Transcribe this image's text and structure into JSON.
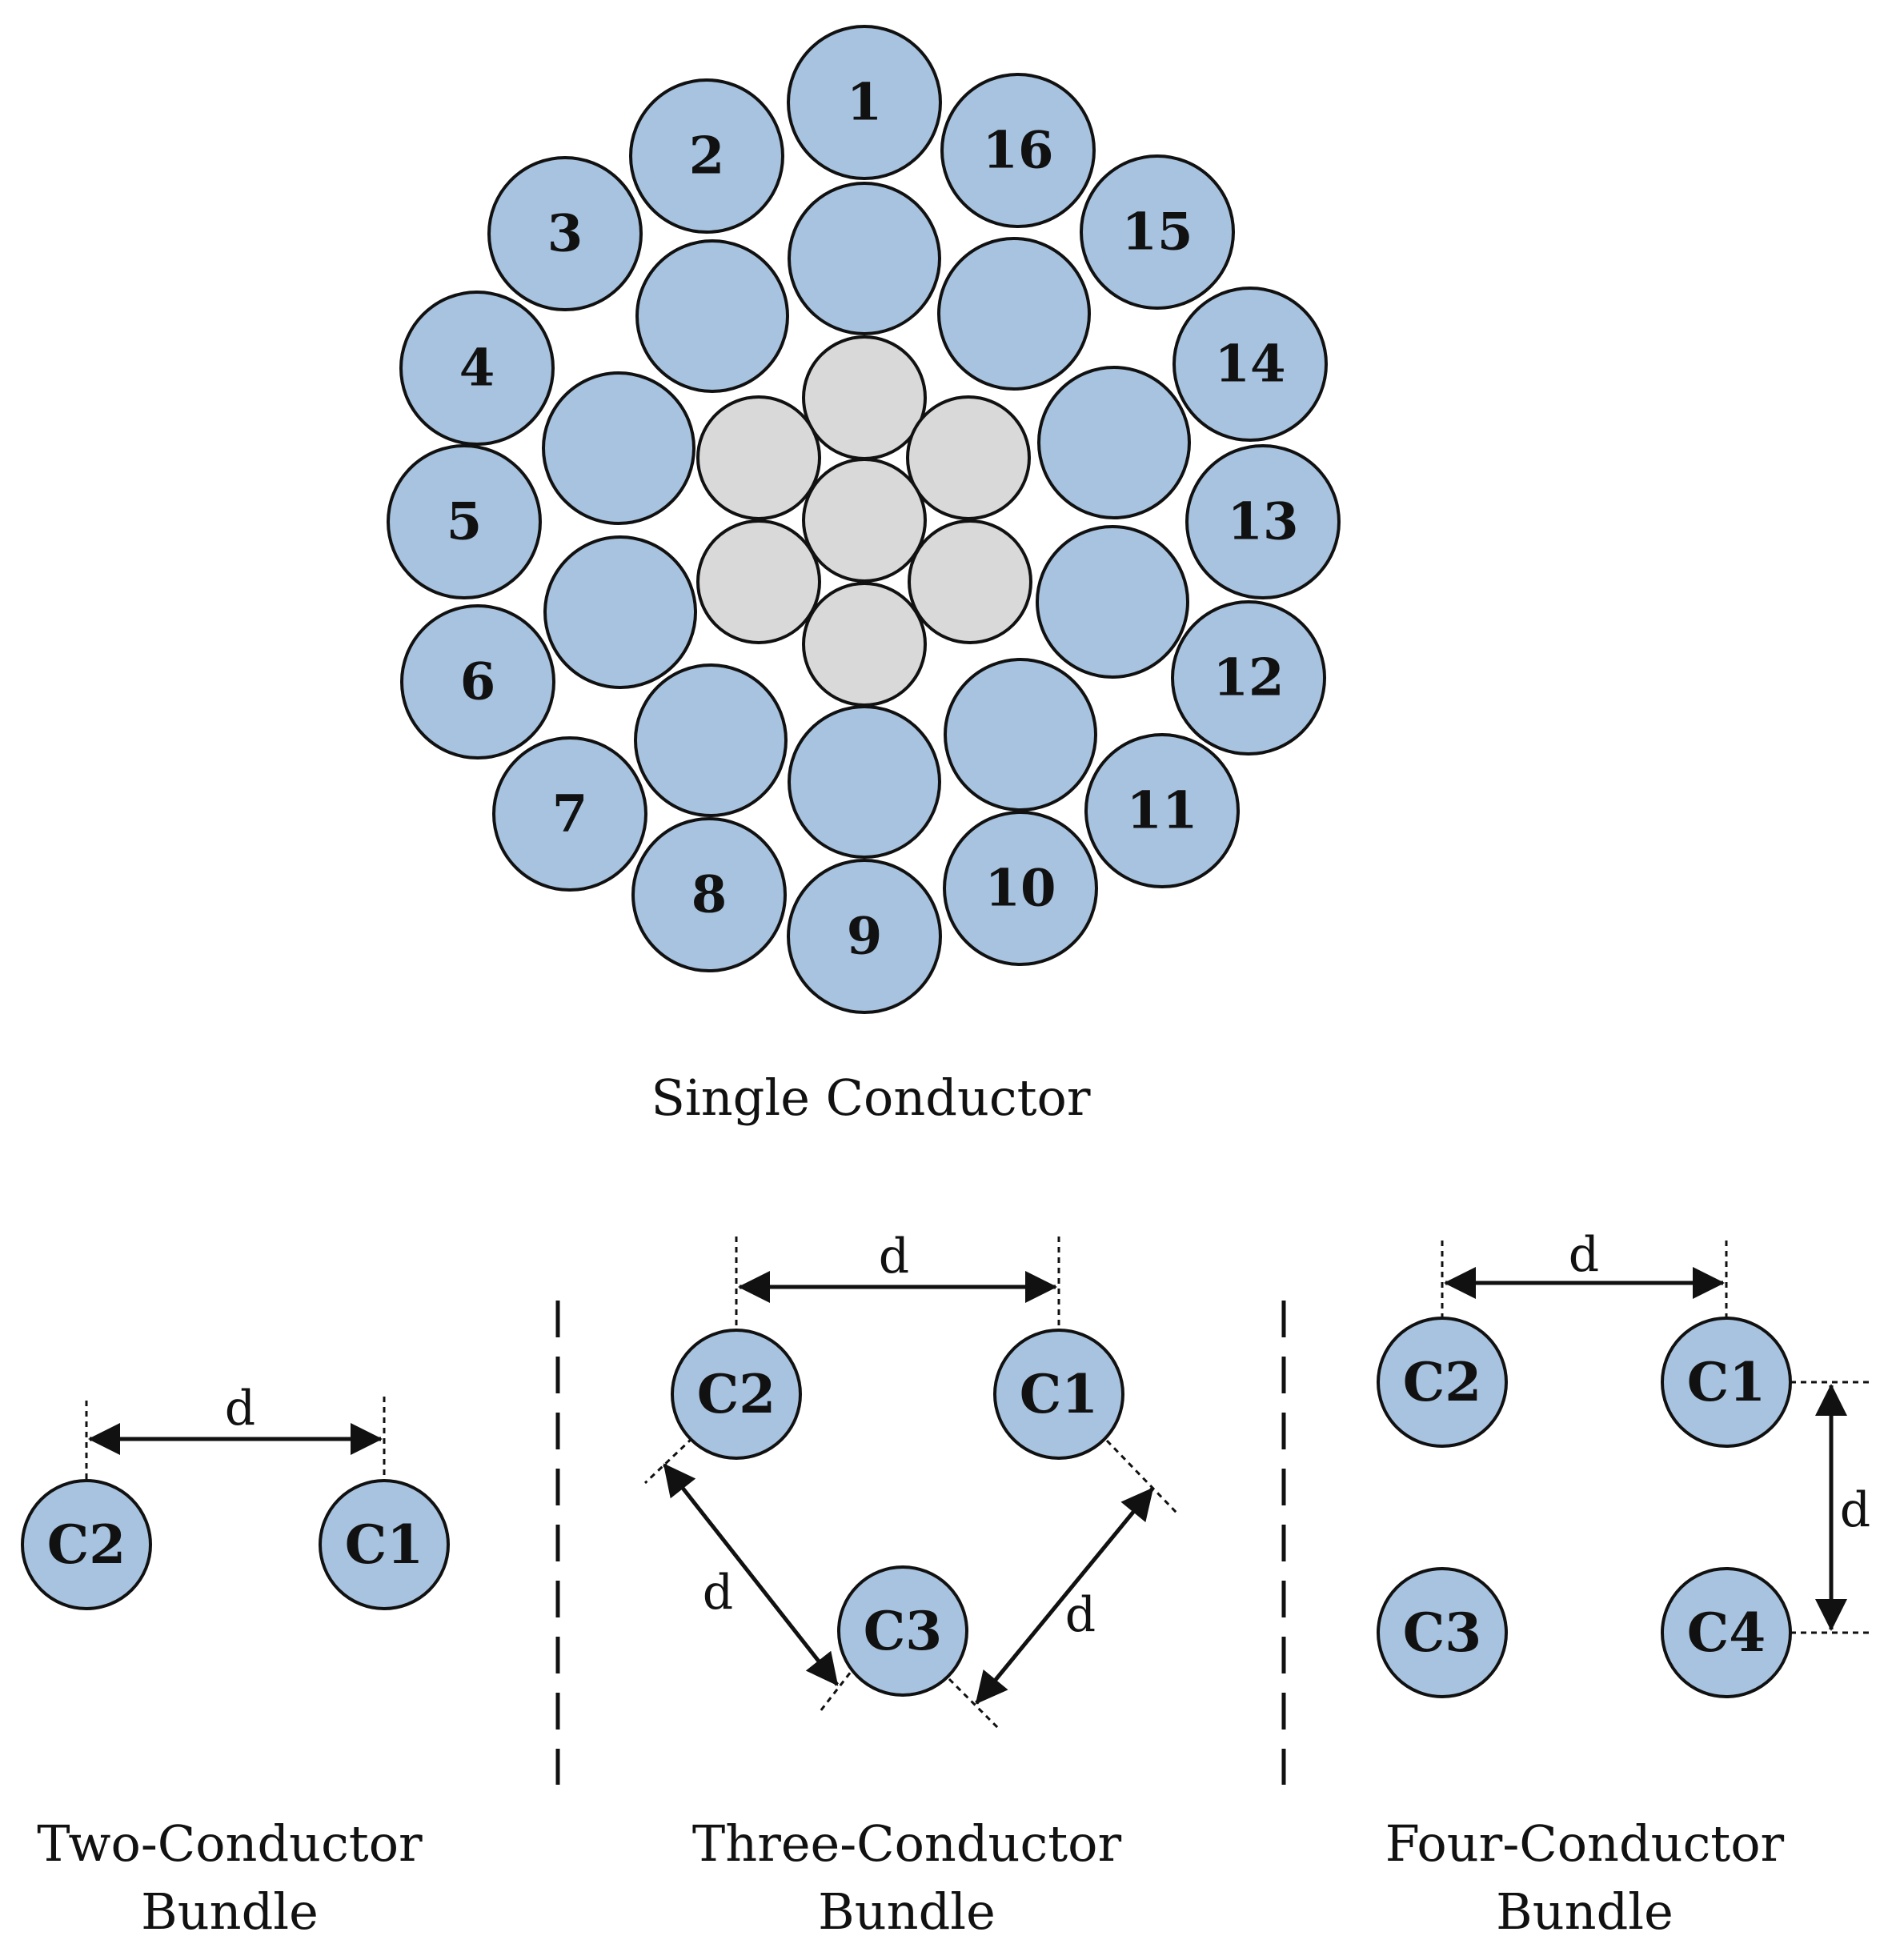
{
  "colors": {
    "aluminum_strand": "#a7c3df",
    "steel_core": "#d9d9d9",
    "outline": "#111111"
  },
  "single_conductor": {
    "caption": "Single Conductor",
    "outer_strand_numbers": [
      "1",
      "2",
      "3",
      "4",
      "5",
      "6",
      "7",
      "8",
      "9",
      "10",
      "11",
      "12",
      "13",
      "14",
      "15",
      "16"
    ]
  },
  "bundles": {
    "dimension_label": "d",
    "two": {
      "caption_line1": "Two-Conductor",
      "caption_line2": "Bundle",
      "conductors": [
        "C2",
        "C1"
      ]
    },
    "three": {
      "caption_line1": "Three-Conductor",
      "caption_line2": "Bundle",
      "conductors": [
        "C2",
        "C1",
        "C3"
      ]
    },
    "four": {
      "caption_line1": "Four-Conductor",
      "caption_line2": "Bundle",
      "conductors": [
        "C2",
        "C1",
        "C3",
        "C4"
      ]
    }
  }
}
